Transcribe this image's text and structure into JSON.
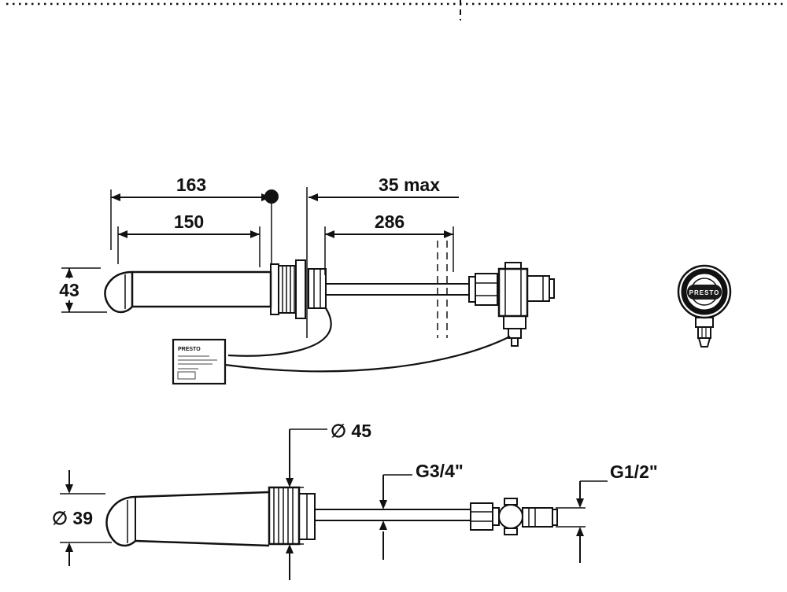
{
  "drawing": {
    "dims": {
      "overall_length": "163",
      "wall_thickness_max": "35 max",
      "spout_reach": "150",
      "inlet_length": "286",
      "spout_height": "43",
      "flange_diameter": "∅ 45",
      "inlet_thread": "G3/4\"",
      "outlet_thread": "G1/2\"",
      "body_diameter": "∅ 39"
    },
    "labels": {
      "control_box_brand": "PRESTO",
      "faceplate_brand": "PRESTO"
    },
    "colors": {
      "line": "#111111",
      "background": "#ffffff"
    }
  }
}
